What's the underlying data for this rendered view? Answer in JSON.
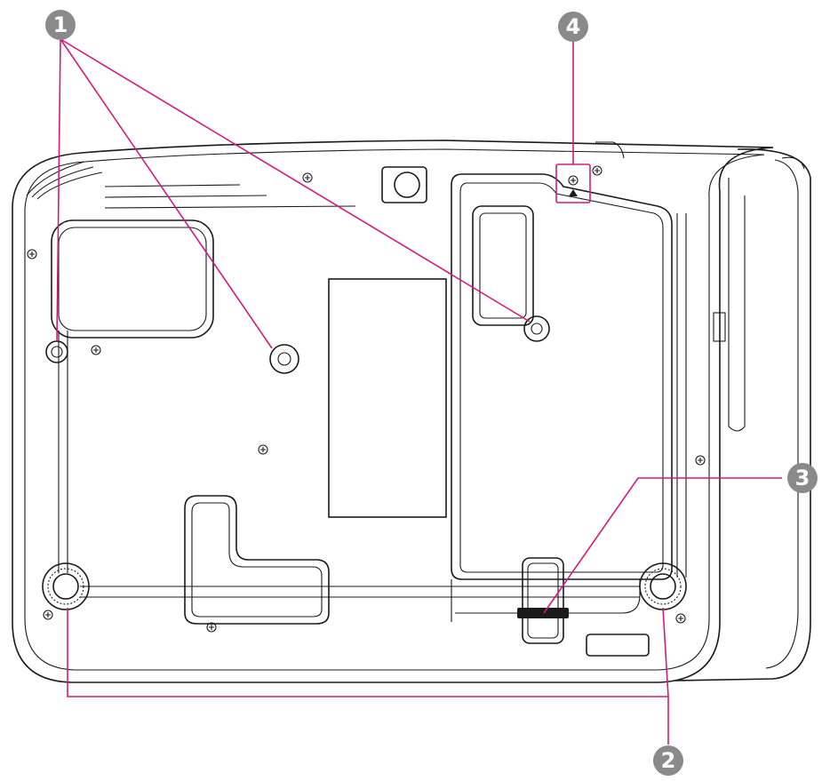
{
  "colors": {
    "accent": "#d6197a",
    "callout": "#8a8a8a",
    "outline": "#1a1a1a"
  },
  "callouts": [
    {
      "id": "1",
      "label": "1"
    },
    {
      "id": "2",
      "label": "2"
    },
    {
      "id": "3",
      "label": "3"
    },
    {
      "id": "4",
      "label": "4"
    }
  ]
}
